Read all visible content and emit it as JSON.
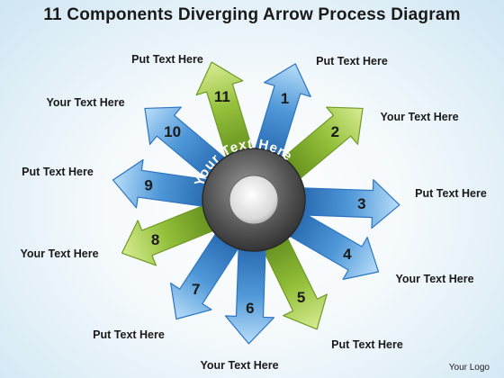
{
  "title": "11 Components Diverging Arrow Process Diagram",
  "center_text": "Your Text Here",
  "logo_text": "Your Logo",
  "colors": {
    "blue_light": "#a9d5f3",
    "blue_dark": "#2c74bf",
    "green_light": "#cfe582",
    "green_dark": "#6f9a24",
    "hub_dark": "#3a3a3a",
    "hub_light": "#8a8a8a"
  },
  "arrows": [
    {
      "number": "1",
      "color": "blue",
      "label": "Put Text Here"
    },
    {
      "number": "2",
      "color": "green",
      "label": "Your Text Here"
    },
    {
      "number": "3",
      "color": "blue",
      "label": "Put Text Here"
    },
    {
      "number": "4",
      "color": "blue",
      "label": "Your Text Here"
    },
    {
      "number": "5",
      "color": "green",
      "label": "Put Text Here"
    },
    {
      "number": "6",
      "color": "blue",
      "label": "Your Text Here"
    },
    {
      "number": "7",
      "color": "blue",
      "label": "Put Text Here"
    },
    {
      "number": "8",
      "color": "green",
      "label": "Your Text Here"
    },
    {
      "number": "9",
      "color": "blue",
      "label": "Put Text Here"
    },
    {
      "number": "10",
      "color": "blue",
      "label": "Your Text Here"
    },
    {
      "number": "11",
      "color": "green",
      "label": "Put Text Here"
    }
  ]
}
